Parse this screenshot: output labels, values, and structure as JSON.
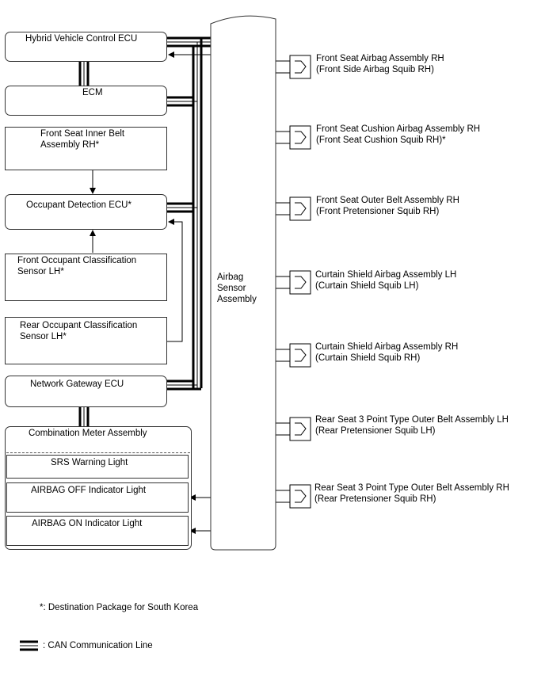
{
  "left_components": {
    "hv_ecu": "Hybrid Vehicle Control ECU",
    "ecm": "ECM",
    "belt_rh_line1": "Front Seat Inner Belt",
    "belt_rh_line2": "Assembly RH*",
    "occupant_ecu": "Occupant Detection ECU*",
    "front_sensor_line1": "Front Occupant Classification",
    "front_sensor_line2": "Sensor LH*",
    "rear_sensor_line1": "Rear Occupant Classification",
    "rear_sensor_line2": "Sensor LH*",
    "gateway_ecu": "Network Gateway ECU"
  },
  "meter": {
    "title": "Combination Meter Assembly",
    "srs_light": "SRS Warning Light",
    "airbag_off": "AIRBAG OFF Indicator Light",
    "airbag_on": "AIRBAG ON Indicator Light"
  },
  "sensor": {
    "line1": "Airbag",
    "line2": "Sensor",
    "line3": "Assembly"
  },
  "squibs": [
    {
      "line1": "Front Seat Airbag Assembly RH",
      "line2": "(Front Side Airbag Squib RH)"
    },
    {
      "line1": "Front Seat Cushion Airbag Assembly RH",
      "line2": "(Front Seat Cushion Squib RH)*"
    },
    {
      "line1": "Front Seat Outer Belt Assembly RH",
      "line2": "(Front Pretensioner Squib RH)"
    },
    {
      "line1": "Curtain Shield Airbag Assembly LH",
      "line2": "(Curtain Shield Squib LH)"
    },
    {
      "line1": "Curtain Shield Airbag Assembly RH",
      "line2": "(Curtain Shield Squib RH)"
    },
    {
      "line1": "Rear Seat 3 Point Type Outer Belt Assembly LH",
      "line2": "(Rear Pretensioner Squib LH)"
    },
    {
      "line1": "Rear Seat 3 Point Type Outer Belt Assembly RH",
      "line2": "(Rear Pretensioner Squib RH)"
    }
  ],
  "notes": {
    "destination": "*: Destination Package for South Korea",
    "can_legend": ": CAN Communication Line"
  },
  "icons": [
    "squib-connector-icon",
    "can-line-icon",
    "arrow-icon"
  ]
}
